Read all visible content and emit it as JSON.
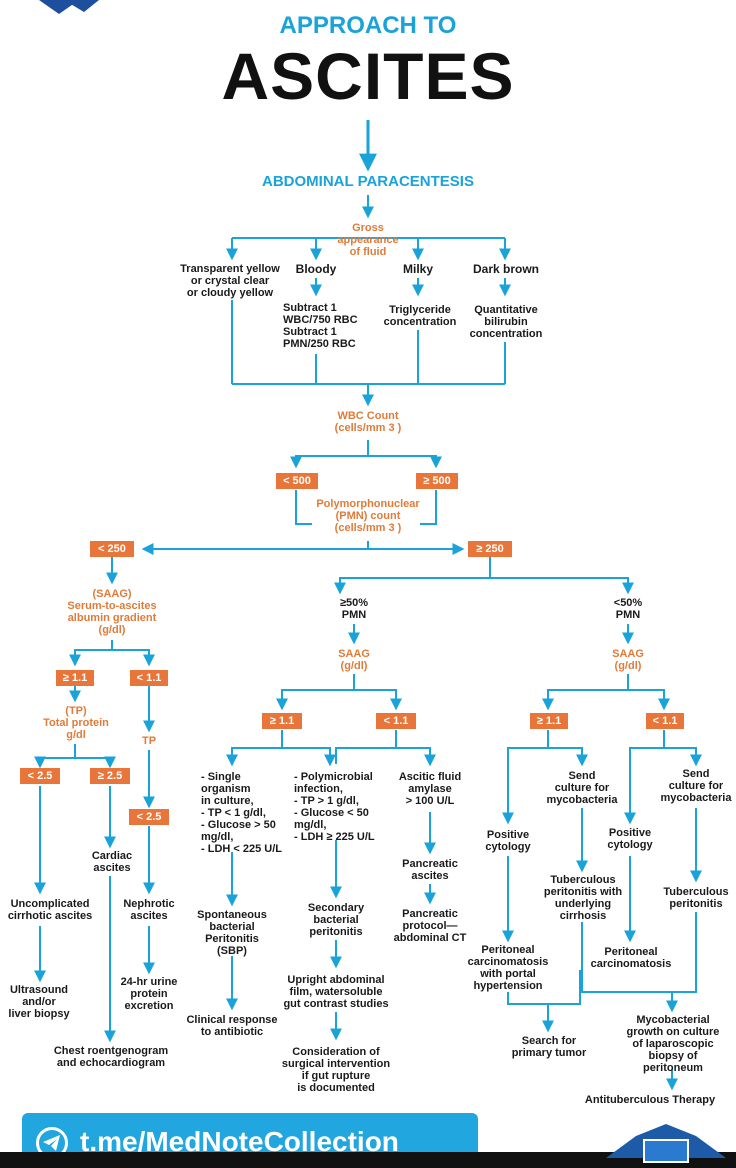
{
  "header": {
    "title_small": "APPROACH TO",
    "title_big": "ASCITES"
  },
  "nodes": {
    "paracentesis": "ABDOMINAL PARACENTESIS",
    "gross": "Gross\nappearance\nof fluid",
    "transparent": "Transparent yellow\nor crystal clear\nor cloudy yellow",
    "bloody": "Bloody",
    "milky": "Milky",
    "dark_brown": "Dark brown",
    "subtract": "Subtract 1\nWBC/750 RBC\nSubtract 1\nPMN/250 RBC",
    "triglyceride": "Triglyceride\nconcentration",
    "bilirubin": "Quantitative\nbilirubin\nconcentration",
    "wbc_count": "WBC Count\n(cells/mm 3 )",
    "wbc_lt500": "< 500",
    "wbc_ge500": "≥ 500",
    "pmn_count": "Polymorphonuclear\n(PMN) count\n(cells/mm 3 )",
    "pmn_lt250": "< 250",
    "pmn_ge250": "≥ 250",
    "saag_full": "(SAAG)\nSerum-to-ascites\nalbumin gradient\n(g/dl)",
    "left_ge11": "≥ 1.1",
    "left_lt11": "< 1.1",
    "total_protein": "(TP)\nTotal protein\ng/dl",
    "tp": "TP",
    "tp_lt25": "< 2.5",
    "tp_ge25": "≥ 2.5",
    "tp_lt25_b": "< 2.5",
    "cardiac": "Cardiac\nascites",
    "uncomplicated": "Uncomplicated\ncirrhotic ascites",
    "nephrotic": "Nephrotic\nascites",
    "ultrasound": "Ultrasound\nand/or\nliver biopsy",
    "urine": "24-hr urine\nprotein\nexcretion",
    "chest": "Chest roentgenogram\nand echocardiogram",
    "ge50": "≥50%\nPMN",
    "saag_mid": "SAAG\n(g/dl)",
    "mid_ge11": "≥ 1.1",
    "mid_lt11": "< 1.1",
    "single": "- Single\n  organism\n  in culture,\n- TP < 1 g/dl,\n- Glucose > 50\n  mg/dl,\n- LDH < 225 U/L",
    "poly": "- Polymicrobial\n  infection,\n- TP > 1 g/dl,\n- Glucose < 50\n  mg/dl,\n- LDH ≥ 225 U/L",
    "amylase": "Ascitic fluid\namylase\n> 100 U/L",
    "pancreatic": "Pancreatic\nascites",
    "pancreatic_protocol": "Pancreatic\nprotocol—\nabdominal CT",
    "sbp": "Spontaneous\nbacterial\nPeritonitis\n(SBP)",
    "secondary": "Secondary\nbacterial\nperitonitis",
    "upright": "Upright abdominal\nfilm, watersoluble\ngut contrast studies",
    "clinical": "Clinical response\nto antibiotic",
    "surgical": "Consideration of\nsurgical intervention\nif gut rupture\nis documented",
    "lt50": "<50%\nPMN",
    "saag_right": "SAAG\n(g/dl)",
    "right_ge11": "≥ 1.1",
    "right_lt11": "< 1.1",
    "send1": "Send\nculture for\nmycobacteria",
    "send2": "Send\nculture for\nmycobacteria",
    "pos_cyt1": "Positive\ncytology",
    "pos_cyt2": "Positive\ncytology",
    "tb_cirrhosis": "Tuberculous\nperitonitis with\nunderlying\ncirrhosis",
    "tb_perit": "Tuberculous\nperitonitis",
    "peritoneal_portal": "Peritoneal\ncarcinomatosis\nwith portal\nhypertension",
    "peritoneal_carc": "Peritoneal\ncarcinomatosis",
    "search": "Search for\nprimary tumor",
    "myco_growth": "Mycobacterial\ngrowth on culture\nof laparoscopic\nbiopsy of\nperitoneum",
    "antitb": "Antituberculous Therapy"
  },
  "footer": {
    "link": "t.me/MedNoteCollection",
    "telegram_icon": "telegram-icon"
  },
  "colors": {
    "accent_blue": "#1aa3d9",
    "orange": "#e8763a",
    "text": "#1a1a1a"
  }
}
